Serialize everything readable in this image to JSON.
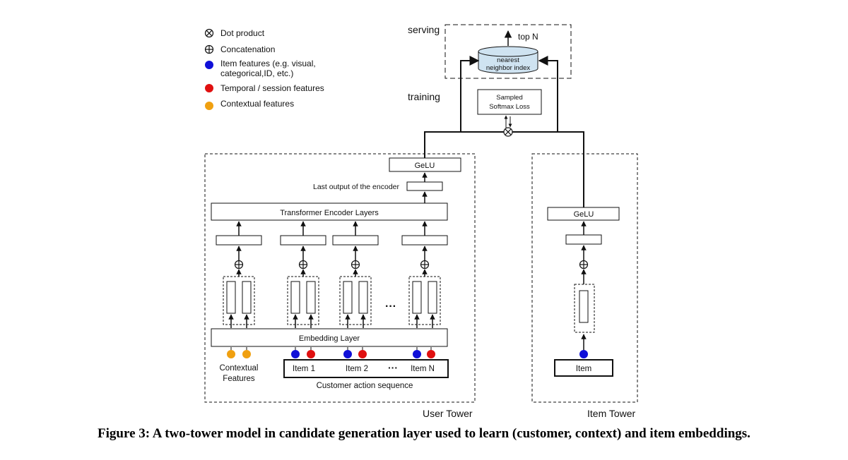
{
  "legend": {
    "dot_product": "Dot product",
    "concatenation": "Concatenation",
    "item_features_line1": "Item features (e.g. visual,",
    "item_features_line2": "categorical,ID, etc.)",
    "temporal_features": "Temporal / session features",
    "contextual_features": "Contextual features"
  },
  "serving": {
    "label": "serving",
    "top_n": "top N",
    "index_line1": "nearest",
    "index_line2": "neighbor index"
  },
  "training": {
    "label": "training",
    "loss_line1": "Sampled",
    "loss_line2": "Softmax Loss"
  },
  "user_tower": {
    "label": "User Tower",
    "gelu": "GeLU",
    "last_output": "Last output of the encoder",
    "transformer": "Transformer Encoder Layers",
    "embedding": "Embedding Layer",
    "context_line1": "Contextual",
    "context_line2": "Features",
    "items": [
      "Item 1",
      "Item 2",
      "Item N"
    ],
    "ellipsis": "···",
    "sequence_label": "Customer action sequence"
  },
  "item_tower": {
    "label": "Item Tower",
    "gelu": "GeLU",
    "item": "Item"
  },
  "colors": {
    "item_feature": "#1010d8",
    "temporal_feature": "#e01010",
    "contextual_feature": "#f0a010",
    "index_fill": "#cfe3f1"
  },
  "caption": "Figure 3: A two-tower model in candidate generation layer used to learn (customer, context) and item embeddings."
}
